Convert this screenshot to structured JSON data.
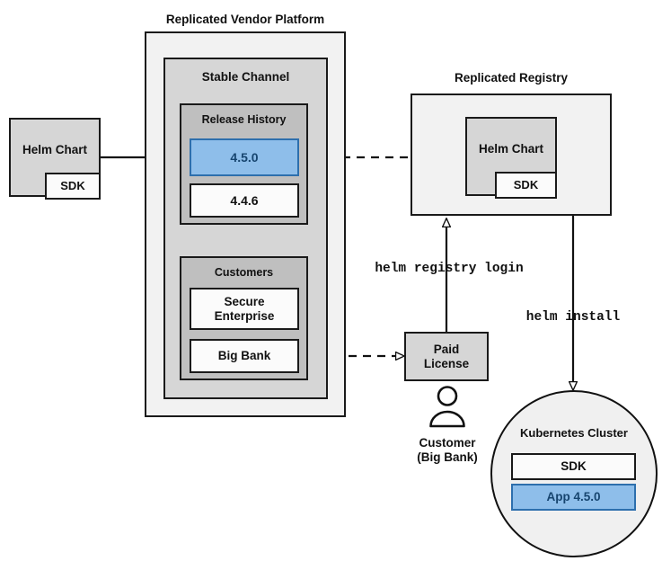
{
  "diagram": {
    "title_vendor_platform": "Replicated Vendor Platform",
    "title_registry": "Replicated Registry",
    "groups": {
      "stable_channel": "Stable Channel",
      "release_history": "Release History",
      "customers": "Customers",
      "kubernetes_cluster": "Kubernetes Cluster"
    },
    "nodes": {
      "helm_chart_source": "Helm Chart",
      "helm_chart_source_sdk": "SDK",
      "release_current": "4.5.0",
      "release_previous": "4.4.6",
      "customer_secure_enterprise": "Secure\nEnterprise",
      "customer_secure_enterprise_line1": "Secure",
      "customer_secure_enterprise_line2": "Enterprise",
      "customer_big_bank": "Big Bank",
      "registry_helm_chart": "Helm Chart",
      "registry_helm_chart_sdk": "SDK",
      "paid_license_line1": "Paid",
      "paid_license_line2": "License",
      "cluster_sdk": "SDK",
      "cluster_app": "App 4.5.0"
    },
    "captions": {
      "customer_line1": "Customer",
      "customer_line2": "(Big Bank)"
    },
    "commands": {
      "registry_login": "helm registry login",
      "install": "helm install"
    },
    "colors": {
      "accent_blue_fill": "#8ebeea",
      "accent_blue_border": "#2d6fad",
      "accent_blue_text": "#17456f",
      "outline": "#1a1a1a",
      "panel_lightest": "#f2f2f2",
      "panel_light": "#d6d6d6",
      "panel_mid": "#bfbfbf",
      "panel_white": "#fbfbfb"
    }
  }
}
